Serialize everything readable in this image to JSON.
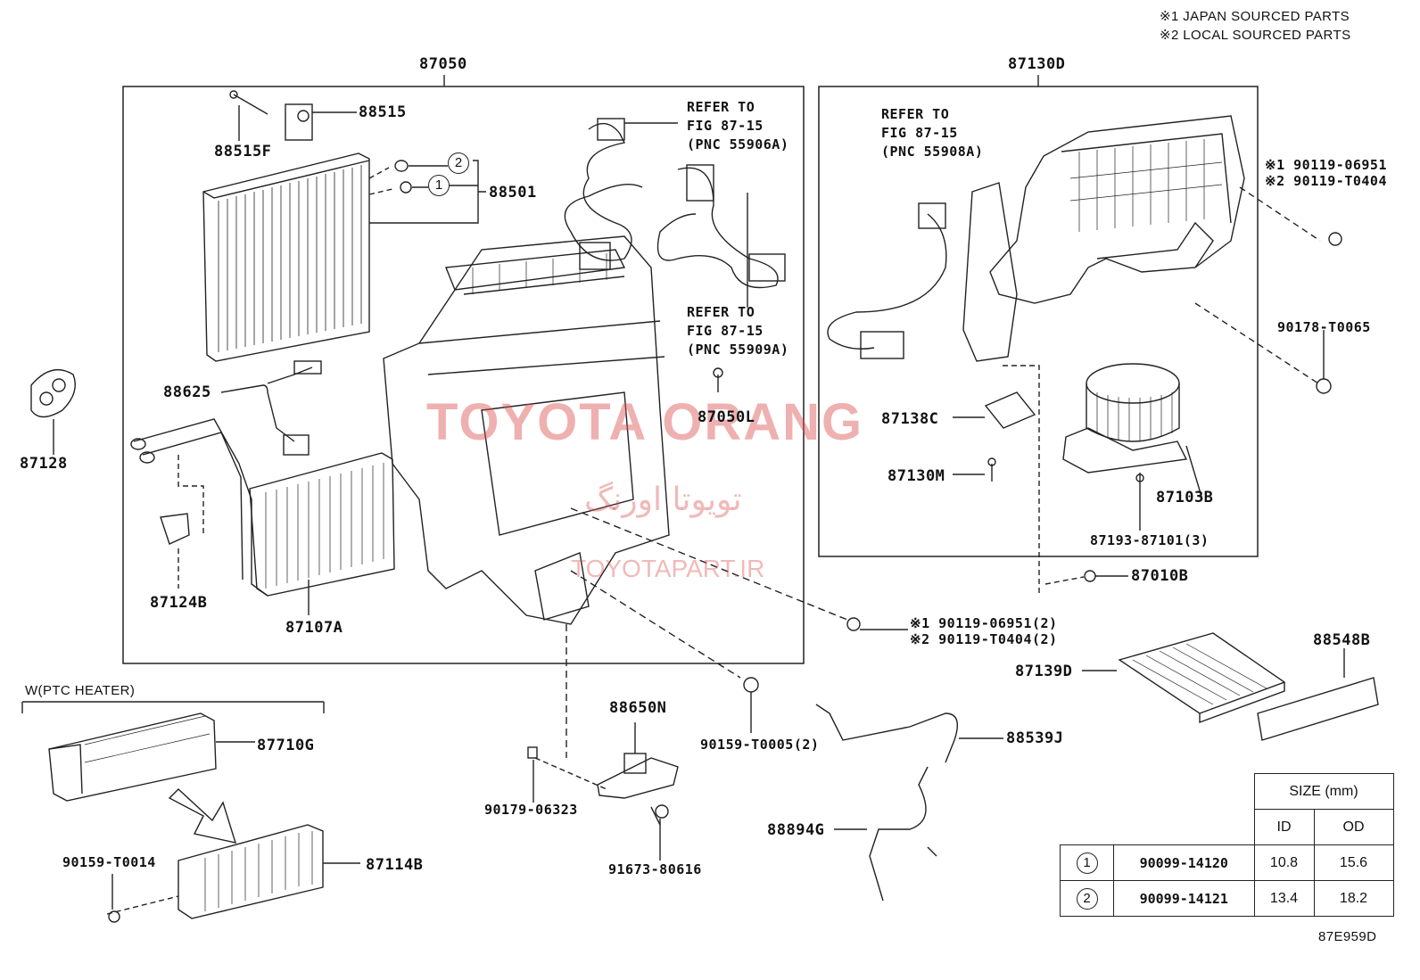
{
  "header": {
    "note1": "※1 JAPAN SOURCED PARTS",
    "note2": "※2 LOCAL SOURCED PARTS"
  },
  "groups": {
    "left_assembly": "87050",
    "right_assembly": "87130D"
  },
  "references": [
    {
      "line1": "REFER TO",
      "line2": "FIG 87-15",
      "line3": "(PNC 55906A)"
    },
    {
      "line1": "REFER TO",
      "line2": "FIG 87-15",
      "line3": "(PNC 55909A)"
    },
    {
      "line1": "REFER TO",
      "line2": "FIG 87-15",
      "line3": "(PNC 55908A)"
    }
  ],
  "parts": {
    "p88515": "88515",
    "p88515F": "88515F",
    "p88501": "88501",
    "p88625": "88625",
    "p87050L": "87050L",
    "p87128": "87128",
    "p87124B": "87124B",
    "p87107A": "87107A",
    "p87138C": "87138C",
    "p87130M": "87130M",
    "p87103B": "87103B",
    "p87193": "87193-87101(3)",
    "p87010B": "87010B",
    "p90119a": "※1 90119-06951",
    "p90119b": "※2 90119-T0404",
    "p90178": "90178-T0065",
    "p90119c": "※1 90119-06951(2)",
    "p90119d": "※2 90119-T0404(2)",
    "p88548B": "88548B",
    "p87139D": "87139D",
    "p88650N": "88650N",
    "p90159_T0005": "90159-T0005(2)",
    "p88539J": "88539J",
    "p90179": "90179-06323",
    "p88894G": "88894G",
    "p91673": "91673-80616",
    "p87710G": "87710G",
    "p87114B": "87114B",
    "p90159_T0014": "90159-T0014"
  },
  "callouts": {
    "one": "1",
    "two": "2"
  },
  "ptc": {
    "label": "W(PTC HEATER)"
  },
  "size_table": {
    "title": "SIZE (mm)",
    "col_id": "ID",
    "col_od": "OD",
    "rows": [
      {
        "mark": "1",
        "part": "90099-14120",
        "id": "10.8",
        "od": "15.6"
      },
      {
        "mark": "2",
        "part": "90099-14121",
        "id": "13.4",
        "od": "18.2"
      }
    ]
  },
  "figure_code": "87E959D",
  "watermark": {
    "main": "TOYOTA ORANG",
    "arabic": "تویوتا اورنگ",
    "site": "TOYOTAPART.IR"
  },
  "colors": {
    "line": "#222222",
    "watermark": "#e8a0a0"
  }
}
